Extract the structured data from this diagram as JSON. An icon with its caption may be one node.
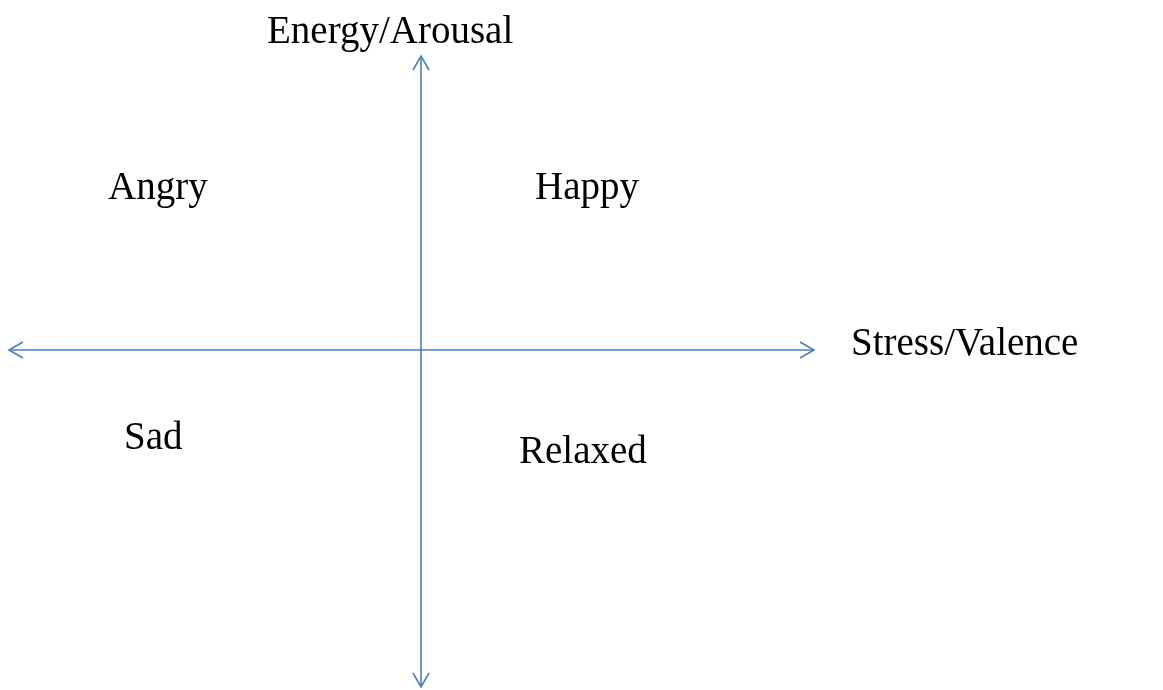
{
  "diagram": {
    "labels": [
      "Energy/Arousal",
      "Angry",
      "Happy",
      "Stress/Valence",
      "Sad",
      "Relaxed"
    ]
  }
}
